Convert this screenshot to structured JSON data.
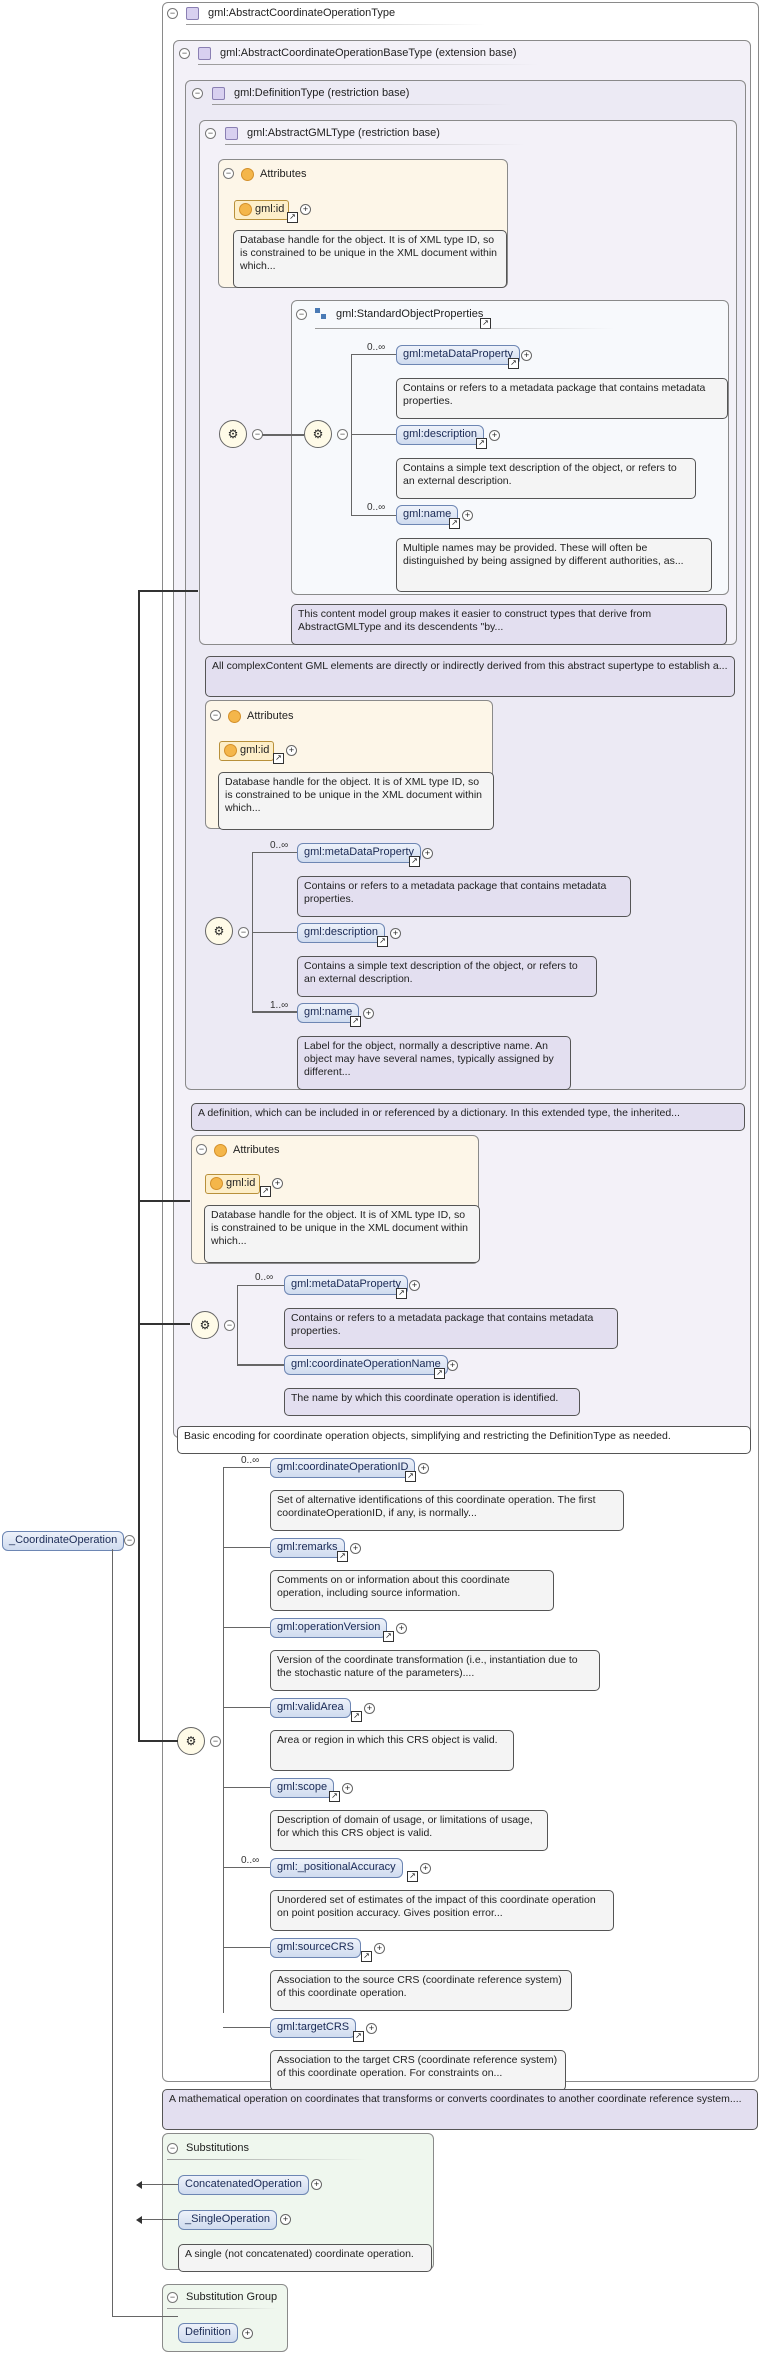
{
  "root": {
    "label": "_CoordinateOperation"
  },
  "types": {
    "abstract_coordinate_operation": "gml:AbstractCoordinateOperationType",
    "base_type": "gml:AbstractCoordinateOperationBaseType (extension base)",
    "definition_type": "gml:DefinitionType (restriction base)",
    "gml_type": "gml:AbstractGMLType (restriction base)",
    "standard_props": "gml:StandardObjectProperties"
  },
  "labels": {
    "attributes": "Attributes",
    "substitutions": "Substitutions",
    "substitution_group": "Substitution Group"
  },
  "occurrences": {
    "zero_many": "0..∞",
    "one_many": "1..∞"
  },
  "gml_id": {
    "name": "gml:id",
    "doc": "Database handle for the object. It is of XML type ID, so is constrained to be unique in the XML document within which..."
  },
  "std_props": {
    "meta": {
      "name": "gml:metaDataProperty",
      "doc": "Contains or refers to a metadata package that contains metadata properties."
    },
    "description": {
      "name": "gml:description",
      "doc": "Contains a simple text description of the object, or refers to an external description."
    },
    "name": {
      "name": "gml:name",
      "doc": "Multiple names may be provided.  These will often be distinguished by being assigned by different authorities, as..."
    },
    "group_doc": "This content model group makes it easier to construct types that derive from AbstractGMLType and its descendents \"by..."
  },
  "gml_type_doc": "All complexContent GML elements are directly or indirectly derived from this abstract supertype to establish a...",
  "definition": {
    "name": {
      "name": "gml:name",
      "doc": "Label for the object, normally a descriptive name. An object may have several names, typically assigned by different..."
    },
    "doc": "A definition, which can be included in or referenced by a dictionary. In this extended type, the inherited..."
  },
  "base": {
    "op_name": {
      "name": "gml:coordinateOperationName",
      "doc": "The name by which this coordinate operation is identified."
    },
    "doc": "Basic encoding for coordinate operation objects, simplifying and restricting the DefinitionType as needed."
  },
  "ops": [
    {
      "name": "gml:coordinateOperationID",
      "occ": "0..∞",
      "doc": "Set of alternative identifications of this coordinate operation. The first coordinateOperationID, if any, is normally..."
    },
    {
      "name": "gml:remarks",
      "occ": "",
      "doc": "Comments on or information about this coordinate operation, including source information."
    },
    {
      "name": "gml:operationVersion",
      "occ": "",
      "doc": "Version of the coordinate transformation (i.e., instantiation due to the stochastic nature of the parameters)...."
    },
    {
      "name": "gml:validArea",
      "occ": "",
      "doc": "Area or region in which this CRS object is valid."
    },
    {
      "name": "gml:scope",
      "occ": "",
      "doc": "Description of domain of usage, or limitations of usage, for which this CRS object is valid."
    },
    {
      "name": "gml:_positionalAccuracy",
      "occ": "0..∞",
      "doc": "Unordered set of estimates of the impact of this coordinate operation on point position accuracy. Gives position error..."
    },
    {
      "name": "gml:sourceCRS",
      "occ": "",
      "doc": "Association to the source CRS (coordinate reference system) of this coordinate operation."
    },
    {
      "name": "gml:targetCRS",
      "occ": "",
      "doc": "Association to the target CRS (coordinate reference system) of this coordinate operation. For constraints on..."
    }
  ],
  "abstract_doc": "A mathematical operation on coordinates that transforms or converts coordinates to another coordinate reference system....",
  "substitutions": [
    {
      "name": "ConcatenatedOperation",
      "doc": ""
    },
    {
      "name": "_SingleOperation",
      "doc": "A single (not concatenated) coordinate operation."
    }
  ],
  "substitution_group": {
    "name": "Definition"
  }
}
